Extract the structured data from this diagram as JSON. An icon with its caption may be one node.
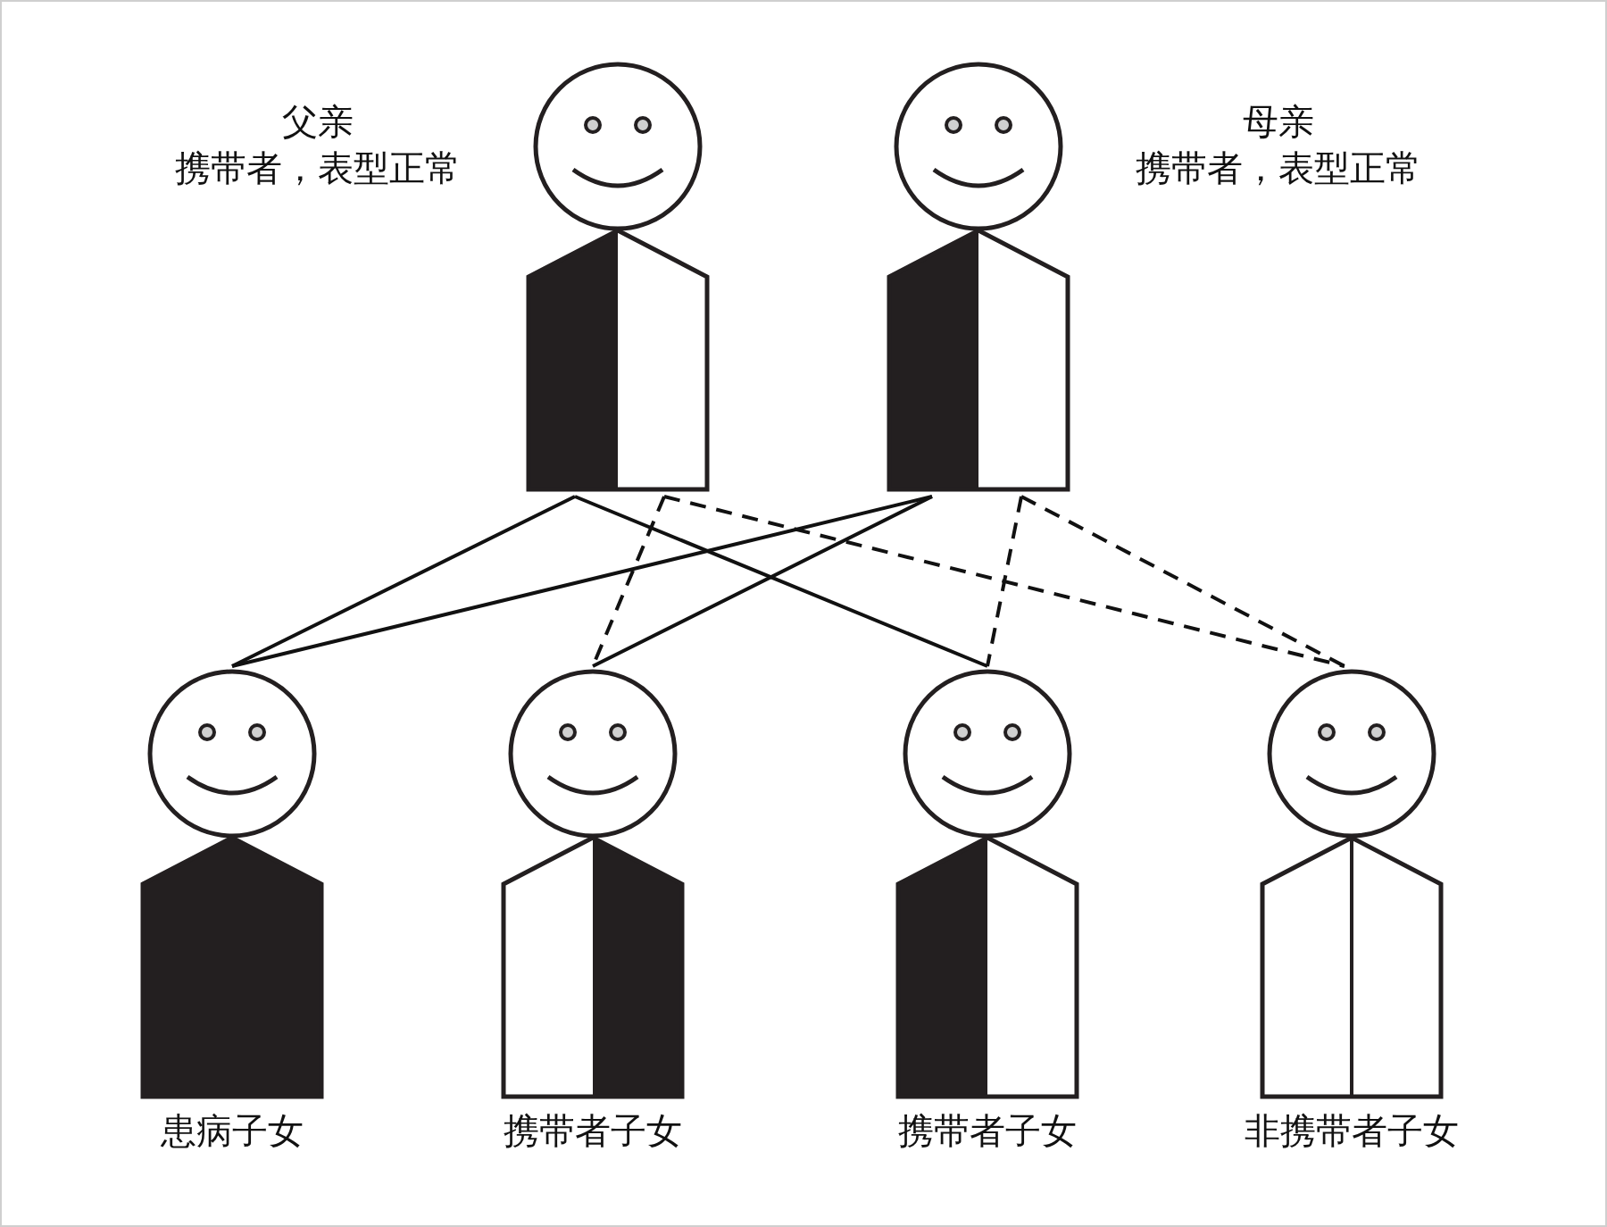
{
  "diagram": {
    "nodes": [
      {
        "text": [
          "父亲",
          "携带者，表型正常"
        ]
      },
      {
        "text": [
          "母亲",
          "携带者，表型正常"
        ]
      },
      {
        "text": [
          "患病子女"
        ]
      },
      {
        "text": [
          "携带者子女"
        ]
      },
      {
        "text": [
          "携带者子女"
        ]
      },
      {
        "text": [
          "非携带者子女"
        ]
      }
    ],
    "edges": [
      {
        "from": 0,
        "to": 2,
        "arrow": "none"
      },
      {
        "from": 0,
        "to": 4,
        "arrow": "none"
      },
      {
        "from": 0,
        "to": 3,
        "arrow": "none",
        "style": "dashed"
      },
      {
        "from": 0,
        "to": 5,
        "arrow": "none",
        "style": "dashed"
      },
      {
        "from": 1,
        "to": 2,
        "arrow": "none"
      },
      {
        "from": 1,
        "to": 3,
        "arrow": "none"
      },
      {
        "from": 1,
        "to": 4,
        "arrow": "none",
        "style": "dashed"
      },
      {
        "from": 1,
        "to": 5,
        "arrow": "none",
        "style": "dashed"
      }
    ]
  }
}
